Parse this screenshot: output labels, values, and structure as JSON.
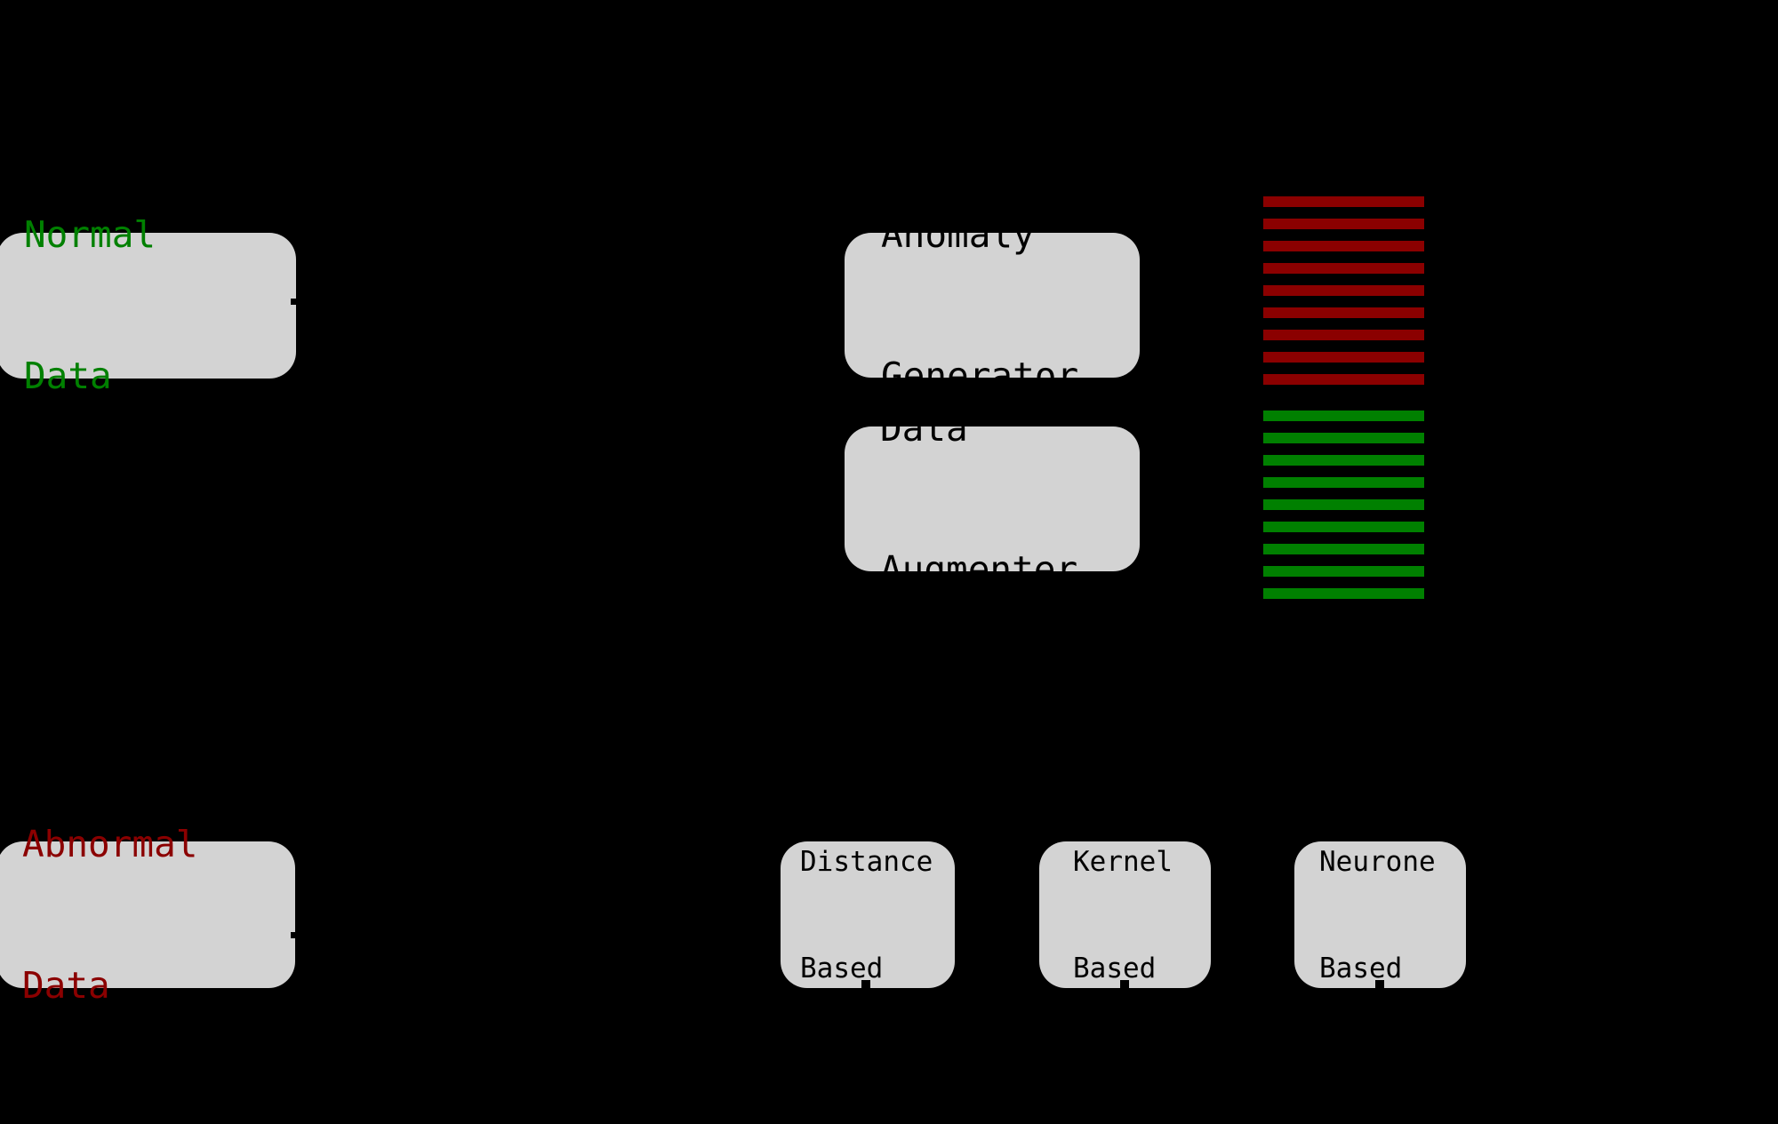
{
  "canvas": {
    "background": "#000000"
  },
  "colors": {
    "box_fill": "#d3d3d3",
    "normal_green": "#008000",
    "abnormal_red": "#8b0000",
    "stripe_green": "#008000",
    "stripe_red": "#8b0000",
    "box_text_black": "#000000"
  },
  "boxes": {
    "normal_data": {
      "label_lines": [
        "Normal",
        "Data"
      ]
    },
    "abnormal_data": {
      "label_lines": [
        "Abnormal",
        "Data"
      ]
    },
    "anomaly_generator": {
      "label_lines": [
        "Anomaly",
        "Generator"
      ]
    },
    "data_augmenter": {
      "label_lines": [
        "Data",
        "Augmenter"
      ]
    },
    "distance_based": {
      "label_lines": [
        "Distance",
        "Based"
      ]
    },
    "kernel_based": {
      "label_lines": [
        "Kernel",
        "Based"
      ]
    },
    "neurone_based": {
      "label_lines": [
        "Neurone",
        "Based"
      ]
    }
  },
  "stripes": {
    "red_count": 9,
    "green_count": 9
  }
}
